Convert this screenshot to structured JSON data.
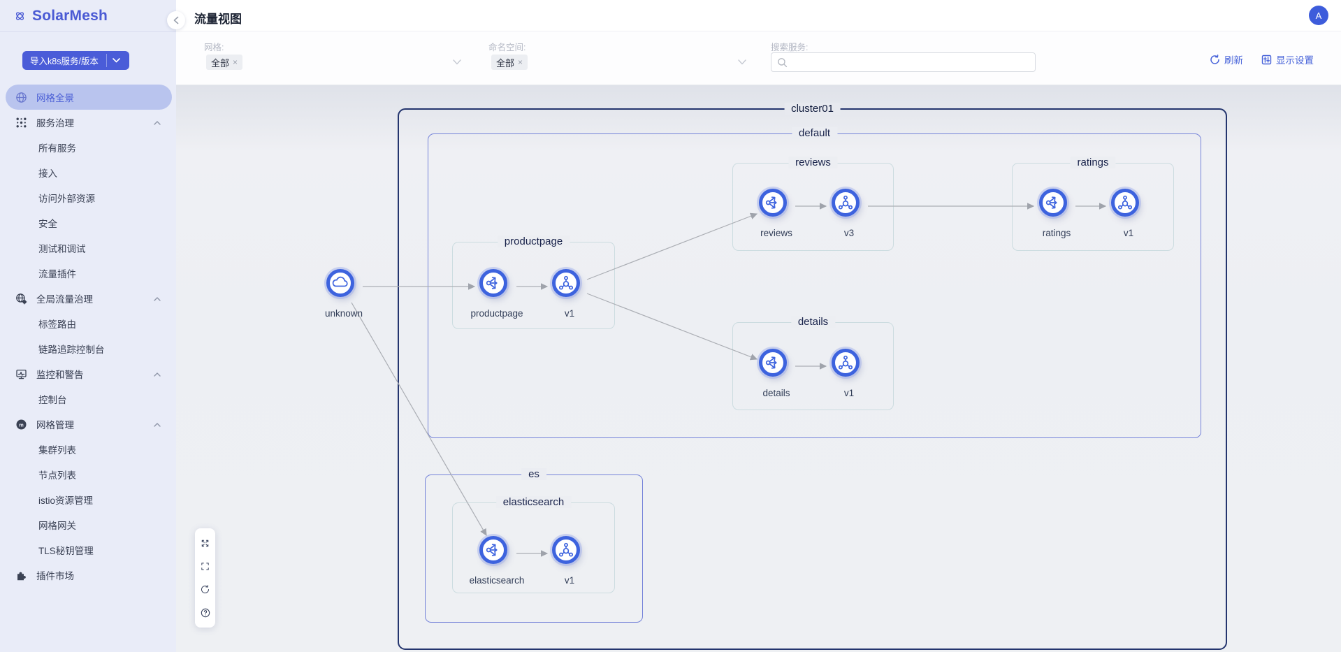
{
  "brand": {
    "name": "SolarMesh"
  },
  "colors": {
    "accent": "#4a5cd8",
    "node_ring": "#3d63de",
    "cluster_border": "#24356e",
    "namespace_border": "#7583d9",
    "group_border": "#ccdce0",
    "edge": "#abaeb4",
    "sidebar_bg": "#e9ecf8",
    "active_pill_bg": "#b9c4ee"
  },
  "sidebar": {
    "import_button": {
      "label": "导入k8s服务/版本"
    },
    "items": [
      {
        "label": "网格全景",
        "type": "parent",
        "icon": "globe",
        "active": true
      },
      {
        "label": "服务治理",
        "type": "parent",
        "icon": "service-governance",
        "expanded": true
      },
      {
        "label": "所有服务",
        "type": "child"
      },
      {
        "label": "接入",
        "type": "child"
      },
      {
        "label": "访问外部资源",
        "type": "child"
      },
      {
        "label": "安全",
        "type": "child"
      },
      {
        "label": "测试和调试",
        "type": "child"
      },
      {
        "label": "流量插件",
        "type": "child"
      },
      {
        "label": "全局流量治理",
        "type": "parent",
        "icon": "global-traffic",
        "expanded": true
      },
      {
        "label": "标签路由",
        "type": "child"
      },
      {
        "label": "链路追踪控制台",
        "type": "child"
      },
      {
        "label": "监控和警告",
        "type": "parent",
        "icon": "monitoring",
        "expanded": true
      },
      {
        "label": "控制台",
        "type": "child"
      },
      {
        "label": "网格管理",
        "type": "parent",
        "icon": "mesh-management",
        "expanded": true
      },
      {
        "label": "集群列表",
        "type": "child"
      },
      {
        "label": "节点列表",
        "type": "child"
      },
      {
        "label": "istio资源管理",
        "type": "child"
      },
      {
        "label": "网格网关",
        "type": "child"
      },
      {
        "label": "TLS秘钥管理",
        "type": "child"
      },
      {
        "label": "插件市场",
        "type": "parent",
        "icon": "plugin-market"
      }
    ]
  },
  "header": {
    "title": "流量视图",
    "avatar_initial": "A"
  },
  "filters": {
    "mesh": {
      "label": "网格:",
      "value": "全部"
    },
    "namespace": {
      "label": "命名空间:",
      "value": "全部"
    },
    "search": {
      "label": "搜索服务:",
      "value": ""
    },
    "actions": {
      "refresh": "刷新",
      "display_settings": "显示设置"
    }
  },
  "graph": {
    "cluster": {
      "name": "cluster01"
    },
    "namespaces": [
      {
        "name": "default"
      },
      {
        "name": "es"
      }
    ],
    "groups": [
      {
        "name": "productpage"
      },
      {
        "name": "reviews"
      },
      {
        "name": "ratings"
      },
      {
        "name": "details"
      },
      {
        "name": "elasticsearch"
      }
    ],
    "nodes": [
      {
        "name": "unknown",
        "type": "external"
      },
      {
        "name": "productpage",
        "type": "service"
      },
      {
        "name": "v1",
        "type": "version"
      },
      {
        "name": "reviews",
        "type": "service"
      },
      {
        "name": "v3",
        "type": "version"
      },
      {
        "name": "ratings",
        "type": "service"
      },
      {
        "name": "v1",
        "type": "version"
      },
      {
        "name": "details",
        "type": "service"
      },
      {
        "name": "v1",
        "type": "version"
      },
      {
        "name": "elasticsearch",
        "type": "service"
      },
      {
        "name": "v1",
        "type": "version"
      }
    ],
    "edges": [
      {
        "from": "unknown",
        "to": "productpage"
      },
      {
        "from": "productpage",
        "to": "productpage.v1"
      },
      {
        "from": "productpage.v1",
        "to": "reviews"
      },
      {
        "from": "productpage.v1",
        "to": "details"
      },
      {
        "from": "reviews",
        "to": "reviews.v3"
      },
      {
        "from": "reviews.v3",
        "to": "ratings"
      },
      {
        "from": "ratings",
        "to": "ratings.v1"
      },
      {
        "from": "details",
        "to": "details.v1"
      },
      {
        "from": "unknown",
        "to": "elasticsearch"
      },
      {
        "from": "elasticsearch",
        "to": "elasticsearch.v1"
      }
    ]
  }
}
